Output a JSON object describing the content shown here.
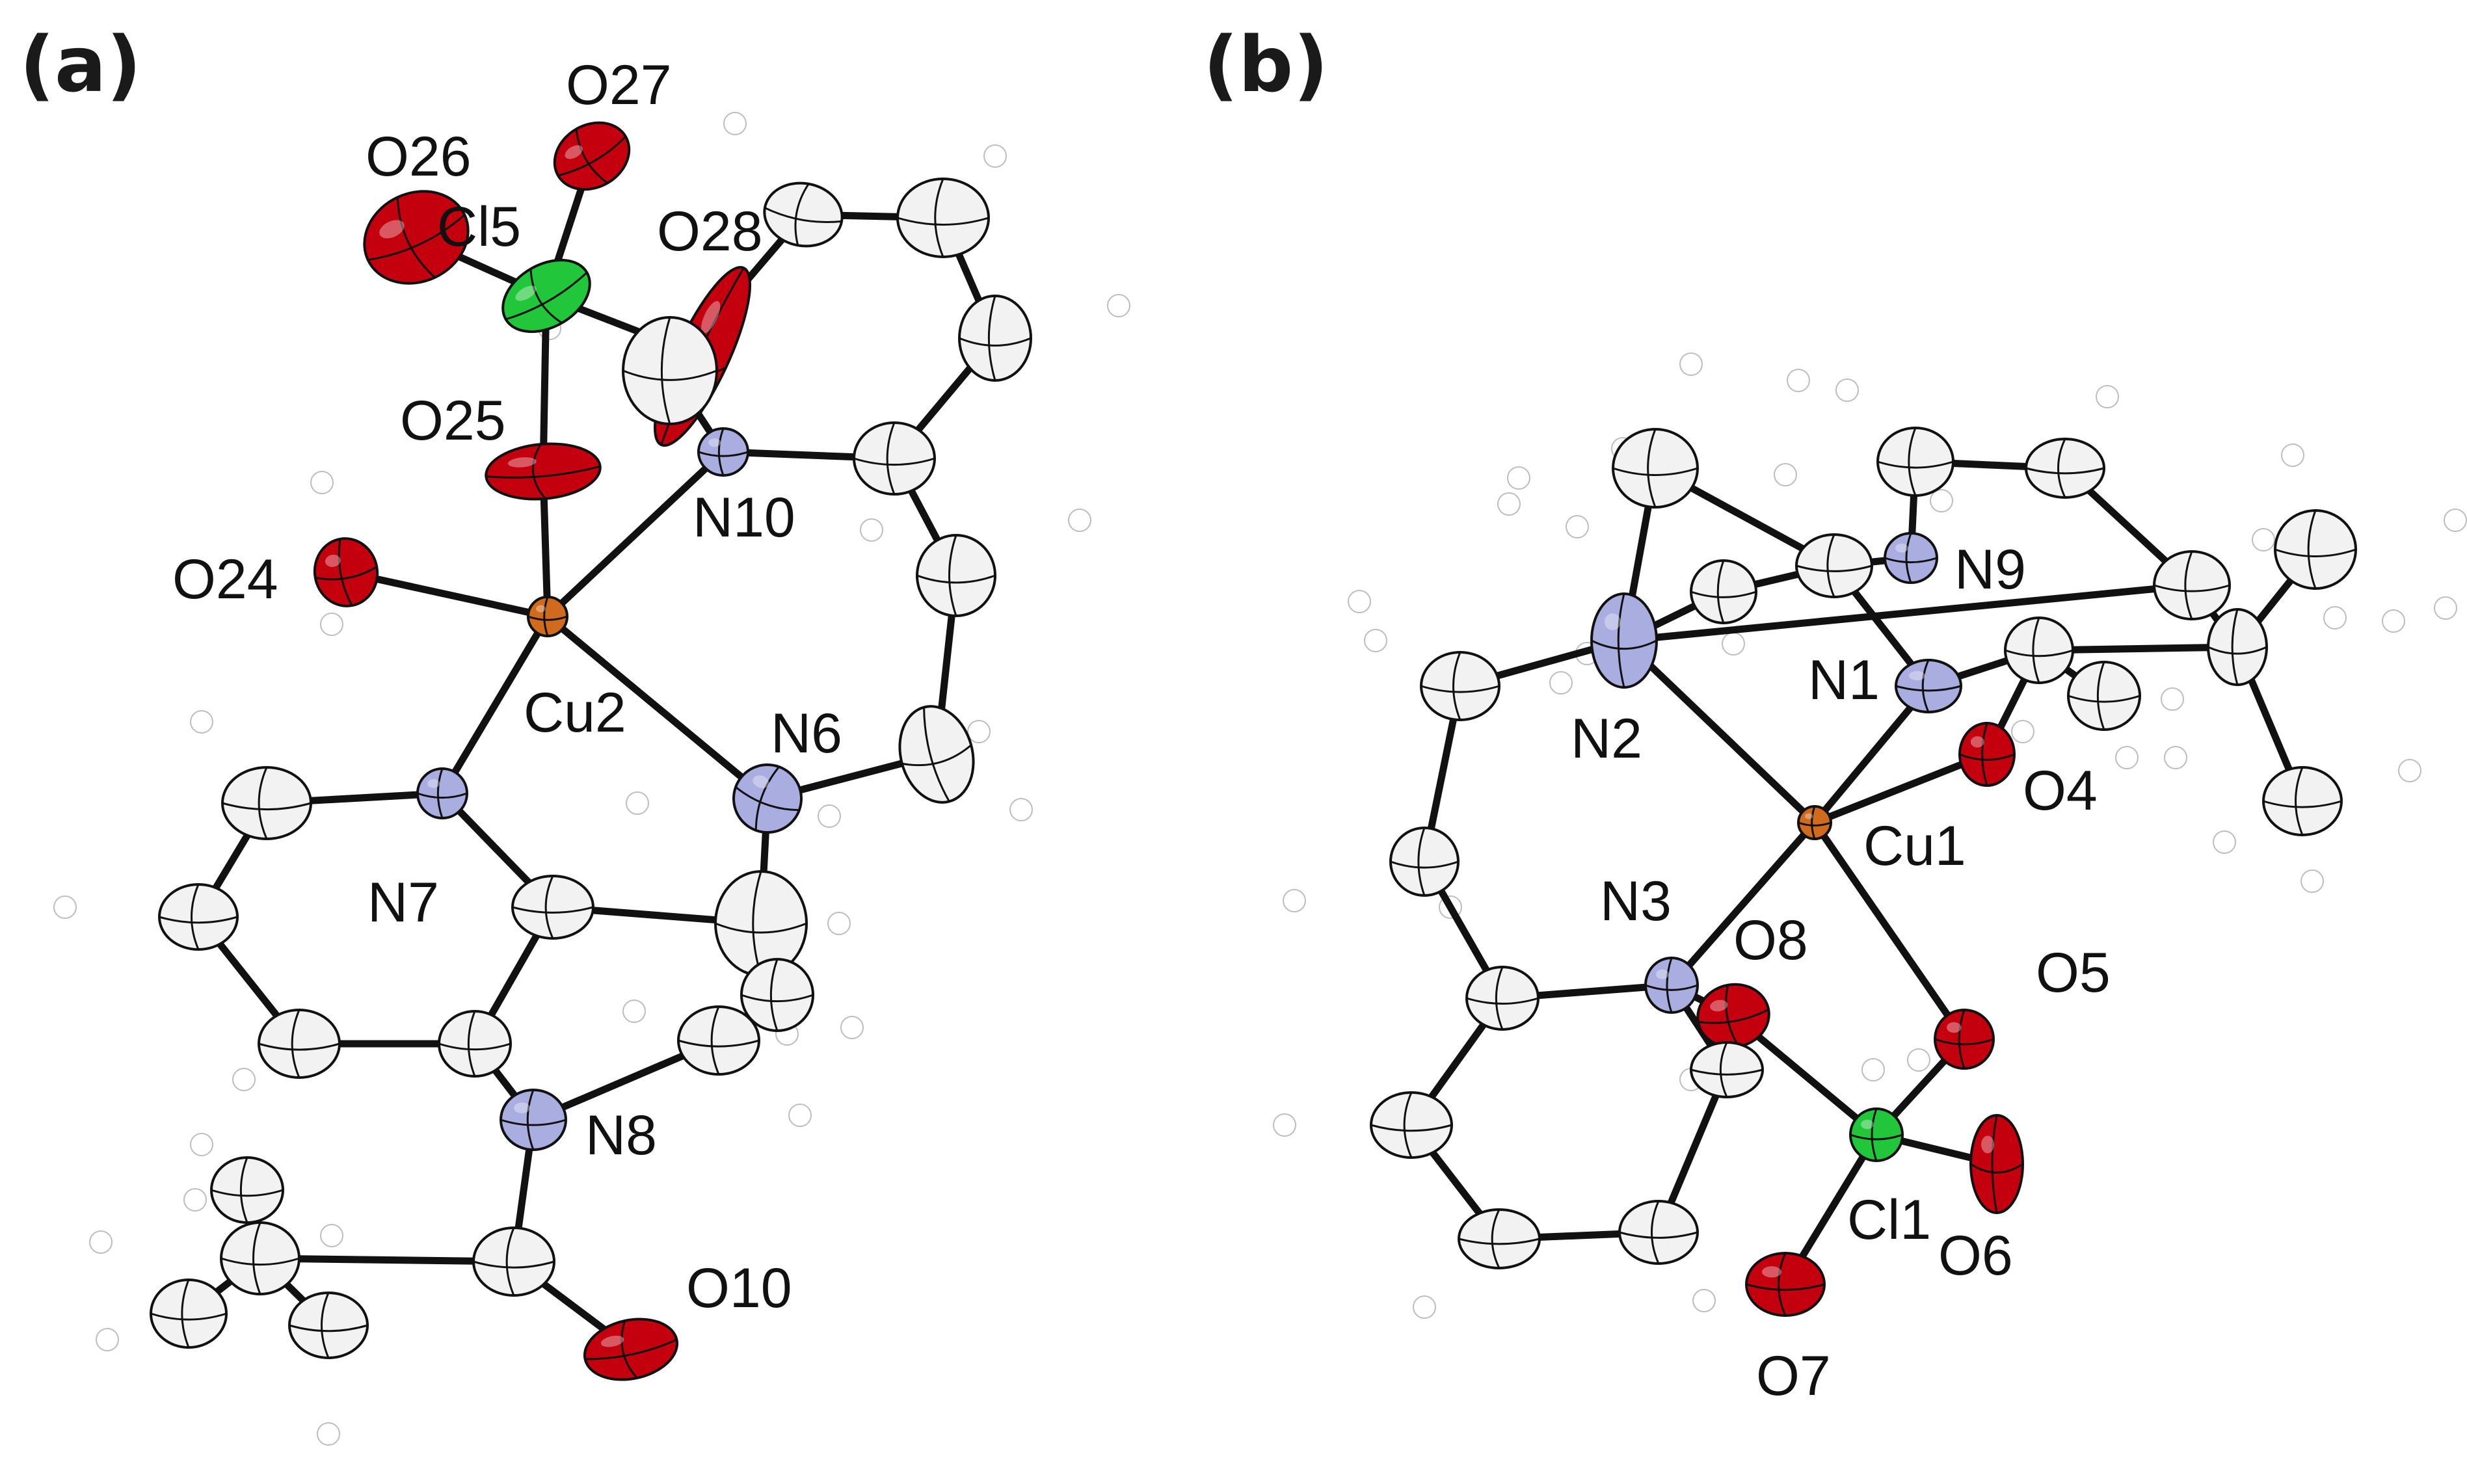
{
  "colors": {
    "C": "#f2f2f2",
    "H": "#ffffff",
    "N": "#a9addf",
    "O": "#c4000e",
    "Cl": "#22c63a",
    "Cu": "#d06a1c"
  },
  "panels": [
    {
      "id": "a",
      "label": "(a)",
      "atom_labels": [
        "O27",
        "O26",
        "Cl5",
        "O28",
        "O25",
        "N10",
        "O24",
        "Cu2",
        "N6",
        "N7",
        "N8",
        "O10"
      ]
    },
    {
      "id": "b",
      "label": "(b)",
      "atom_labels": [
        "N9",
        "N1",
        "N2",
        "O4",
        "Cu1",
        "N3",
        "O8",
        "O5",
        "Cl1",
        "O6",
        "O7"
      ]
    }
  ]
}
